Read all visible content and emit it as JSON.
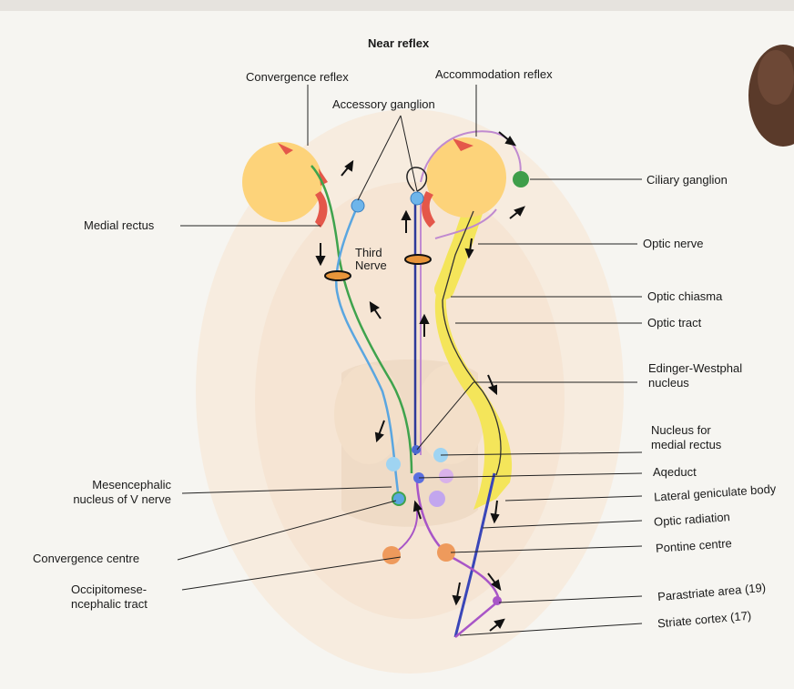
{
  "title": "Near reflex",
  "labels": {
    "convergence_reflex": "Convergence reflex",
    "accommodation_reflex": "Accommodation reflex",
    "accessory_ganglion": "Accessory ganglion",
    "medial_rectus": "Medial rectus",
    "third_nerve_line1": "Third",
    "third_nerve_line2": "Nerve",
    "ciliary_ganglion": "Ciliary  ganglion",
    "optic_nerve": "Optic nerve",
    "optic_chiasma": "Optic chiasma",
    "optic_tract": "Optic tract",
    "edinger_line1": "Edinger-Westphal",
    "edinger_line2": "nucleus",
    "nucleus_mr_line1": "Nucleus for",
    "nucleus_mr_line2": "medial rectus",
    "aqeduct": "Aqeduct",
    "lgb": "Lateral geniculate body",
    "optic_radiation": "Optic radiation",
    "pontine_centre": "Pontine centre",
    "parastriate": "Parastriate area  (19)",
    "striate": "Striate cortex (17)",
    "mesencephalic_line1": "Mesencephalic",
    "mesencephalic_line2": "nucleus of V nerve",
    "convergence_centre": "Convergence centre",
    "occipito_line1": "Occipitomese-",
    "occipito_line2": "ncephalic tract"
  },
  "colors": {
    "eye": "#fdd37a",
    "muscle": "#e4574a",
    "green_path": "#3fa34d",
    "blue_path": "#5aa6e0",
    "purple_path": "#b264c8",
    "dark_path": "#2e3a9a",
    "optic_yellow": "#f4e55a",
    "brain_bg": "#f6e4cf",
    "ganglion_green": "#3f9e4a"
  }
}
